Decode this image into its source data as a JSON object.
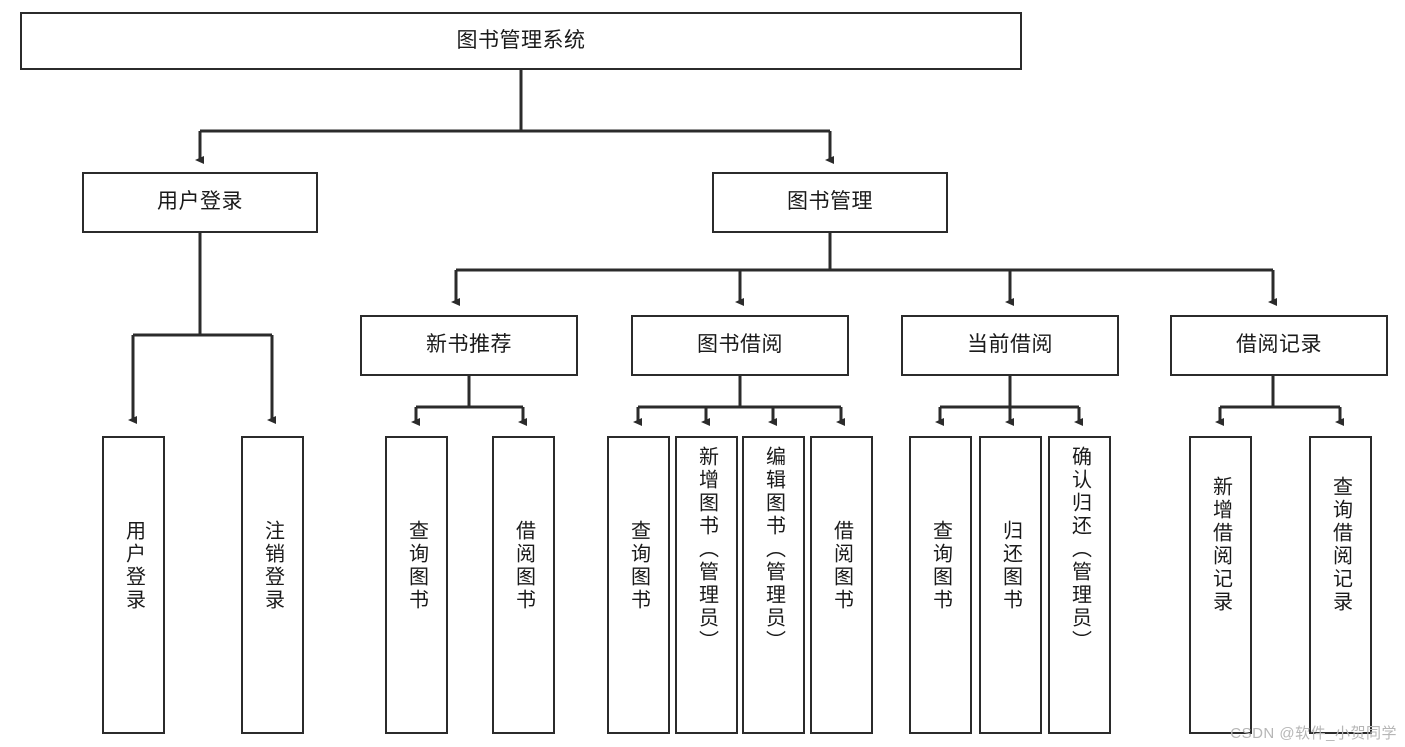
{
  "diagram": {
    "title": "图书管理系统",
    "type": "tree",
    "root": {
      "label": "图书管理系统"
    },
    "level2": [
      {
        "id": "user-login",
        "label": "用户登录"
      },
      {
        "id": "book-manage",
        "label": "图书管理"
      }
    ],
    "level3": [
      {
        "id": "new-book-recommend",
        "label": "新书推荐",
        "parent": "book-manage"
      },
      {
        "id": "book-borrow",
        "label": "图书借阅",
        "parent": "book-manage"
      },
      {
        "id": "current-borrow",
        "label": "当前借阅",
        "parent": "book-manage"
      },
      {
        "id": "borrow-record",
        "label": "借阅记录",
        "parent": "book-manage"
      }
    ],
    "leaves": [
      {
        "id": "leaf-user-login",
        "label": "用户登录",
        "parent": "user-login"
      },
      {
        "id": "leaf-user-logout",
        "label": "注销登录",
        "parent": "user-login"
      },
      {
        "id": "leaf-query-book-1",
        "label": "查询图书",
        "parent": "new-book-recommend"
      },
      {
        "id": "leaf-borrow-book-1",
        "label": "借阅图书",
        "parent": "new-book-recommend"
      },
      {
        "id": "leaf-query-book-2",
        "label": "查询图书",
        "parent": "book-borrow"
      },
      {
        "id": "leaf-add-book",
        "label": "新增图书（管理员）",
        "parent": "book-borrow"
      },
      {
        "id": "leaf-edit-book",
        "label": "编辑图书（管理员）",
        "parent": "book-borrow"
      },
      {
        "id": "leaf-borrow-book-2",
        "label": "借阅图书",
        "parent": "book-borrow"
      },
      {
        "id": "leaf-query-book-3",
        "label": "查询图书",
        "parent": "current-borrow"
      },
      {
        "id": "leaf-return-book",
        "label": "归还图书",
        "parent": "current-borrow"
      },
      {
        "id": "leaf-confirm-return",
        "label": "确认归还（管理员）",
        "parent": "current-borrow"
      },
      {
        "id": "leaf-add-record",
        "label": "新增借阅记录",
        "parent": "borrow-record"
      },
      {
        "id": "leaf-query-record",
        "label": "查询借阅记录",
        "parent": "borrow-record"
      }
    ]
  },
  "watermark": {
    "text": "CSDN @软件_小贺同学"
  },
  "colors": {
    "stroke": "#2b2b2b",
    "text": "#1a1a1a",
    "background": "#ffffff",
    "watermark": "#b6b6b6"
  }
}
